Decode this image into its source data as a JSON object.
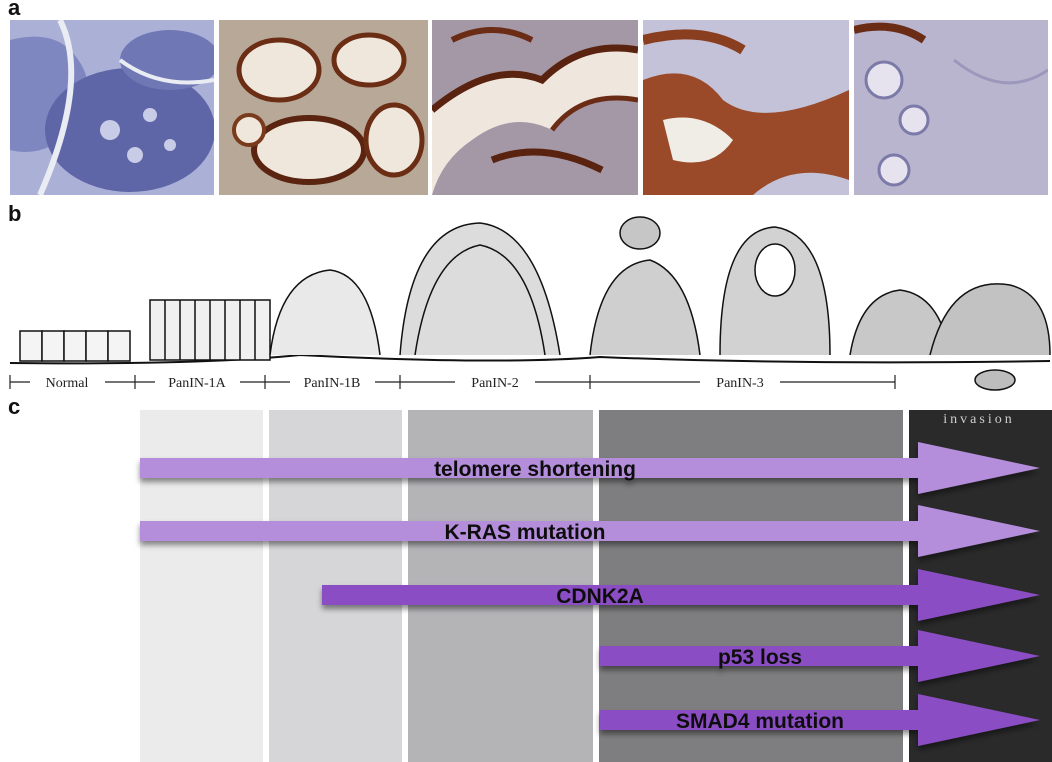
{
  "panels": {
    "a": "a",
    "b": "b",
    "c": "c"
  },
  "micrographs": [
    {
      "stain": "blue"
    },
    {
      "stain": "brown-rim"
    },
    {
      "stain": "brown-rim"
    },
    {
      "stain": "brown-fill"
    },
    {
      "stain": "blue"
    }
  ],
  "stages": [
    "Normal",
    "PanIN-1A",
    "PanIN-1B",
    "PanIN-2",
    "PanIN-3"
  ],
  "invasion_label": "invasion",
  "arrows": [
    {
      "label": "telomere shortening",
      "color": "#b48ddb"
    },
    {
      "label": "K-RAS mutation",
      "color": "#b48ddb"
    },
    {
      "label": "CDNK2A",
      "color": "#8a4dc4"
    },
    {
      "label": "p53 loss",
      "color": "#8a4dc4"
    },
    {
      "label": "SMAD4 mutation",
      "color": "#8a4dc4"
    }
  ],
  "colors": {
    "band_normal": "#ebebeb",
    "band_1a": "#d6d6d8",
    "band_1b": "#b4b4b7",
    "band_2": "#7e7e80",
    "band_invasion": "#2a2a2a"
  }
}
